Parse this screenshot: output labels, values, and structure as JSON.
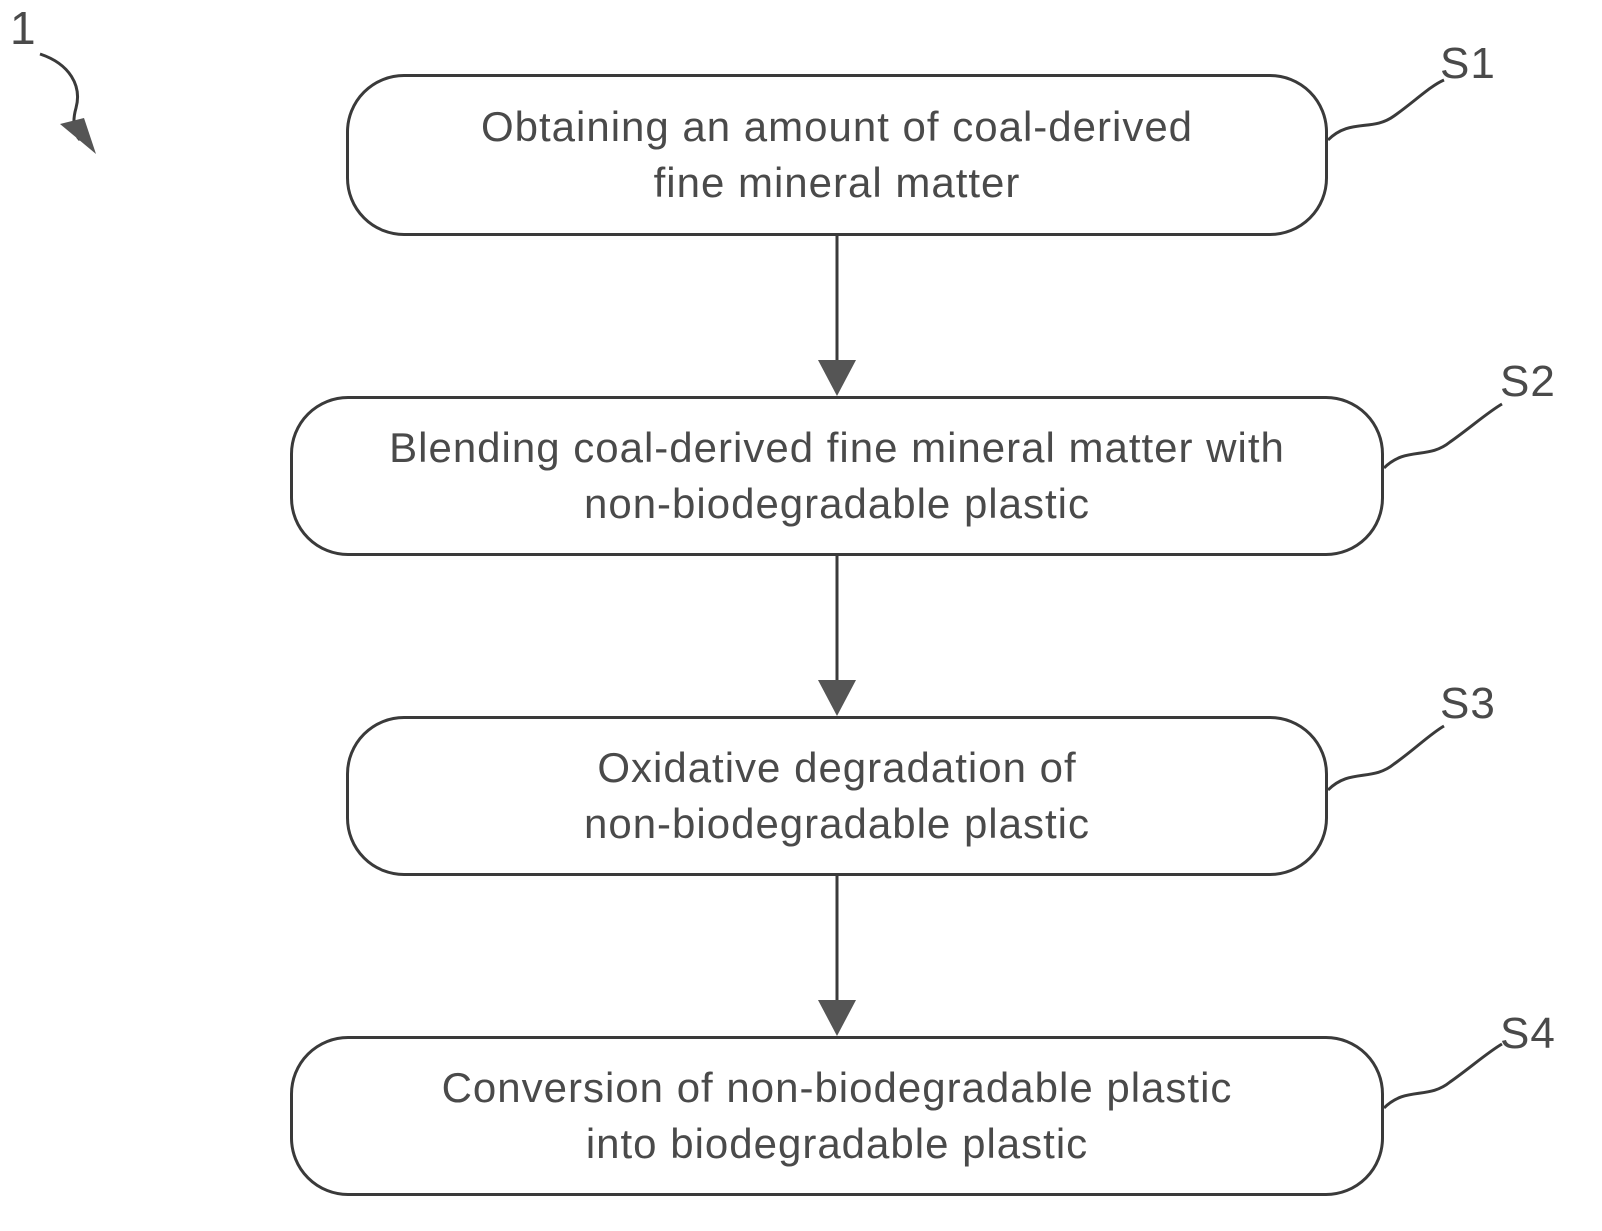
{
  "figure_number": "1",
  "steps": [
    {
      "id": "S1",
      "lines": [
        "Obtaining an amount of coal-derived",
        "fine mineral matter"
      ]
    },
    {
      "id": "S2",
      "lines": [
        "Blending coal-derived fine mineral matter with",
        "non-biodegradable plastic"
      ]
    },
    {
      "id": "S3",
      "lines": [
        "Oxidative degradation of",
        "non-biodegradable plastic"
      ]
    },
    {
      "id": "S4",
      "lines": [
        "Conversion of non-biodegradable plastic",
        "into biodegradable plastic"
      ]
    }
  ],
  "colors": {
    "stroke": "#3a3a3a",
    "text": "#4a4a4a"
  }
}
